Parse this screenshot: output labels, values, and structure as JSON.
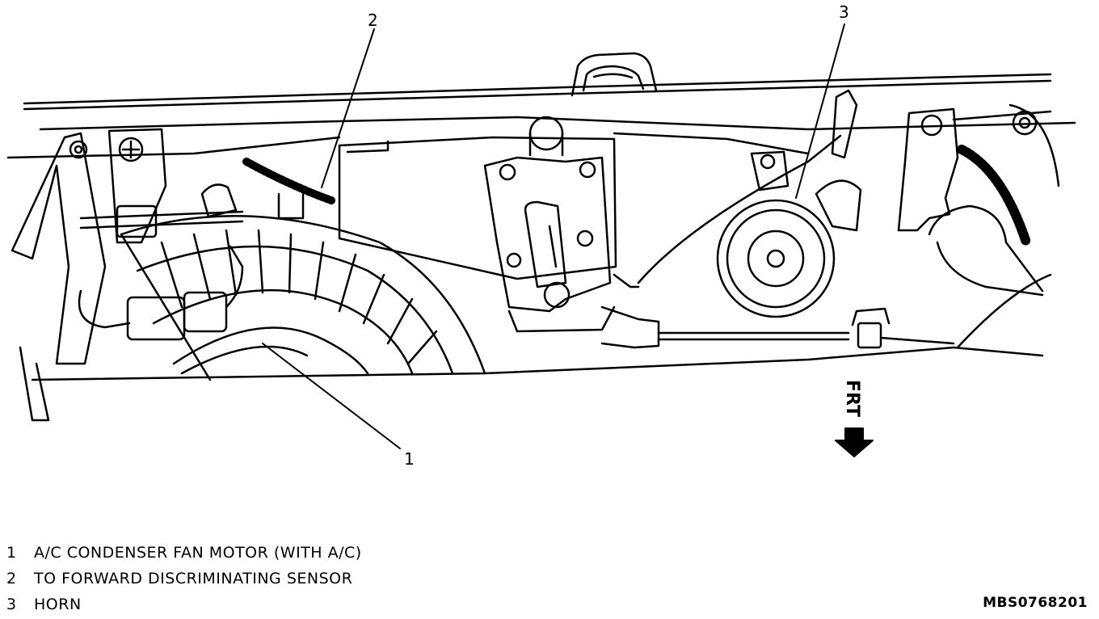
{
  "callouts": [
    {
      "number": "1",
      "label": "A/C CONDENSER FAN MOTOR (WITH A/C)"
    },
    {
      "number": "2",
      "label": "TO FORWARD DISCRIMINATING SENSOR"
    },
    {
      "number": "3",
      "label": "HORN"
    }
  ],
  "direction_label": "FRT",
  "figure_code": "MBS0768201"
}
